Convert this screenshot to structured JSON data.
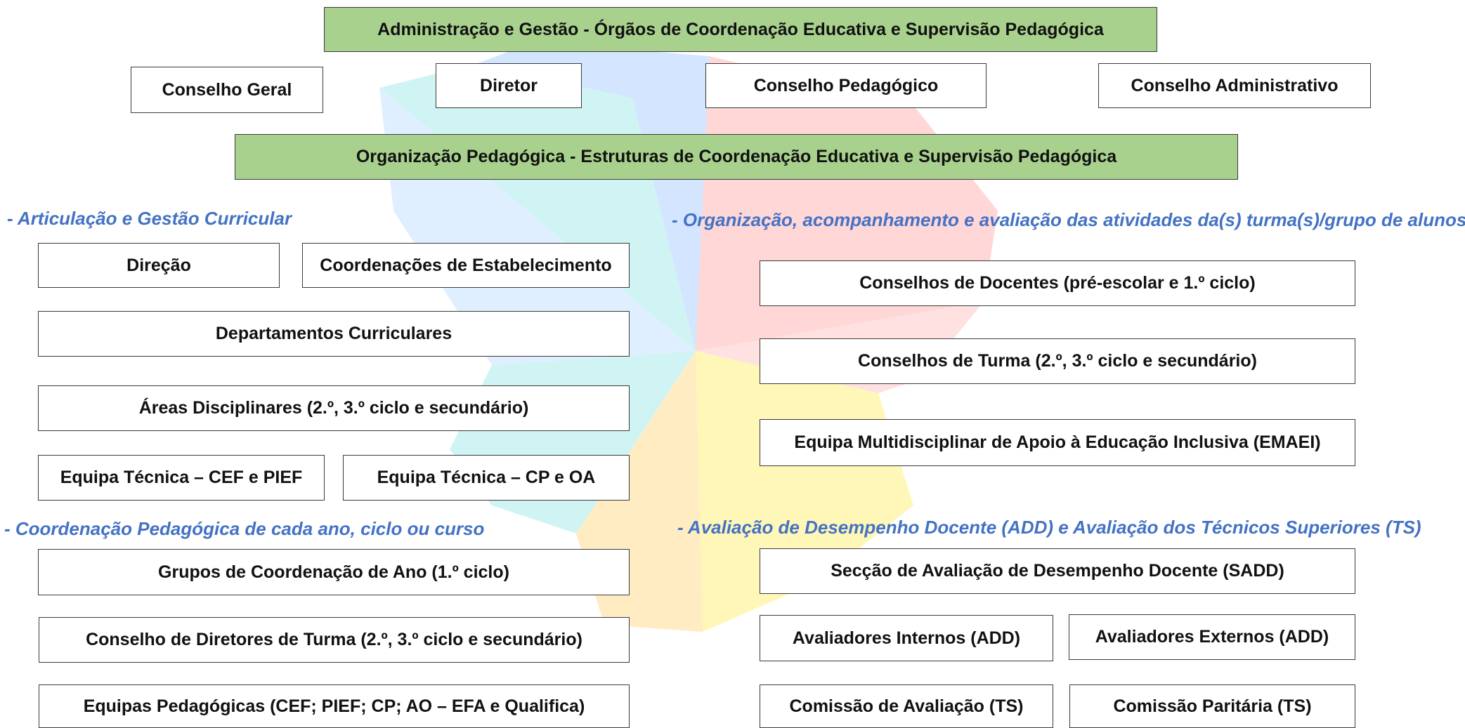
{
  "colors": {
    "banner_fill": "#a9d18e",
    "heading_text": "#4472c4",
    "box_border": "#3a3a3a",
    "text": "#111111",
    "watermark": [
      "#bfe9ff",
      "#cfe2ff",
      "#ffd0d0",
      "#ffe9b8",
      "#fff6b0",
      "#c8f2f2"
    ]
  },
  "banners": {
    "admin": "Administração e Gestão - Órgãos de Coordenação Educativa e Supervisão Pedagógica",
    "org": "Organização Pedagógica - Estruturas de Coordenação Educativa e Supervisão Pedagógica"
  },
  "admin_boxes": {
    "conselho_geral": "Conselho Geral",
    "diretor": "Diretor",
    "conselho_pedagogico": "Conselho Pedagógico",
    "conselho_administrativo": "Conselho Administrativo"
  },
  "sections": {
    "articulacao": {
      "heading": "- Articulação e Gestão Curricular",
      "direcao": "Direção",
      "coordenacoes": "Coordenações de Estabelecimento",
      "departamentos": "Departamentos Curriculares",
      "areas": "Áreas Disciplinares (2.º, 3.º ciclo e secundário)",
      "equipa_cef": "Equipa Técnica – CEF e PIEF",
      "equipa_cp": "Equipa Técnica – CP e OA"
    },
    "organizacao": {
      "heading": "- Organização, acompanhamento e avaliação das atividades da(s) turma(s)/grupo de alunos",
      "conselhos_docentes": "Conselhos de Docentes (pré-escolar e 1.º ciclo)",
      "conselhos_turma": "Conselhos de Turma (2.º, 3.º ciclo e secundário)",
      "emaei": "Equipa Multidisciplinar de Apoio à Educação Inclusiva (EMAEI)"
    },
    "coordenacao": {
      "heading": "- Coordenação Pedagógica de cada ano, ciclo ou curso",
      "grupos": "Grupos de Coordenação de Ano (1.º ciclo)",
      "conselho_diretores": "Conselho de Diretores de Turma (2.º, 3.º ciclo e secundário)",
      "equipas": "Equipas Pedagógicas (CEF; PIEF; CP; AO – EFA e Qualifica)"
    },
    "avaliacao": {
      "heading": "- Avaliação de Desempenho Docente (ADD) e Avaliação dos Técnicos Superiores (TS)",
      "sadd": "Secção de Avaliação de Desempenho Docente (SADD)",
      "internos": "Avaliadores Internos (ADD)",
      "externos": "Avaliadores Externos (ADD)",
      "comissao_avaliacao": "Comissão de Avaliação (TS)",
      "comissao_paritaria": "Comissão Paritária (TS)"
    }
  }
}
